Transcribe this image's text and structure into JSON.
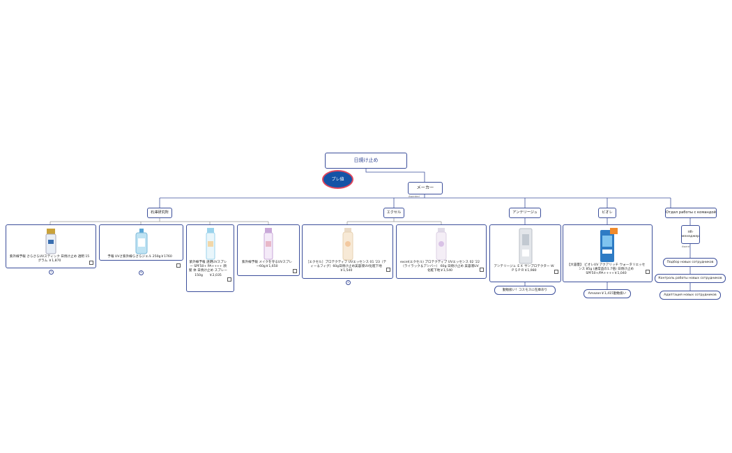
{
  "root": {
    "label": "日焼け止め"
  },
  "pre": {
    "label": "プレ値"
  },
  "maker": {
    "label": "メーカー",
    "annotation": "Awarded"
  },
  "categories": [
    {
      "label": "石澤研究所"
    },
    {
      "label": "エクセル"
    },
    {
      "label": "アンテリージュ"
    },
    {
      "label": "ビオレ"
    },
    {
      "label": "Отдел работы с командой"
    }
  ],
  "products": [
    {
      "text": "紫外線予報 さらさらUVスティック 日焼け止め 透明 15グラム ￥1,870",
      "badge": "①"
    },
    {
      "text": "予報 UVさ紫外線らさらジェル 250g￥1760",
      "badge": "⑥"
    },
    {
      "text": "紫外線予報 透明UVスプレー SPF50+ PA++++ 顔 髪 体 日焼け止め スプレー　150g　　￥2,035"
    },
    {
      "text": "紫外線予報 メイクを守るUVスプレー60g￥1,650"
    },
    {
      "text": "［エクセル］プロテクティブ UVエッセンス 01 '23（ティー＆フィグ）60g日焼け止め美容液UV化粧下地￥1,540",
      "badge": "①"
    },
    {
      "text": "excel(エクセル) プロテクティブ UVエッセンス 02 '22（ライラック＆アンバー） 60g 日焼け止め 美容液UV 化粧下地￥1,540"
    },
    {
      "text": "アンテリージュ ＥＸ サンプロテクター ＷＰ＄ＰＲ￥1,980"
    },
    {
      "text": "【大容量】 ビオレUV アクアリッチ ウォータリエッセンス 85g (通常品の1.7倍) 日焼け止め SPF50+/PA++++￥1,040"
    }
  ],
  "notes": {
    "anteri": "勤勉扱い！コスモスに在庫あり",
    "biore": "Amazon￥1,415勤勉扱い"
  },
  "hr": {
    "manager": "HR-менеджер",
    "manager_note": "Award",
    "tasks": [
      "Подбор новых сотрудников",
      "Контроль работы новых сотрудников",
      "Адаптация новых сотрудников"
    ]
  },
  "colors": {
    "border": "#3a4d9a",
    "accent": "#1553a6",
    "accent_border": "#e0465c"
  }
}
